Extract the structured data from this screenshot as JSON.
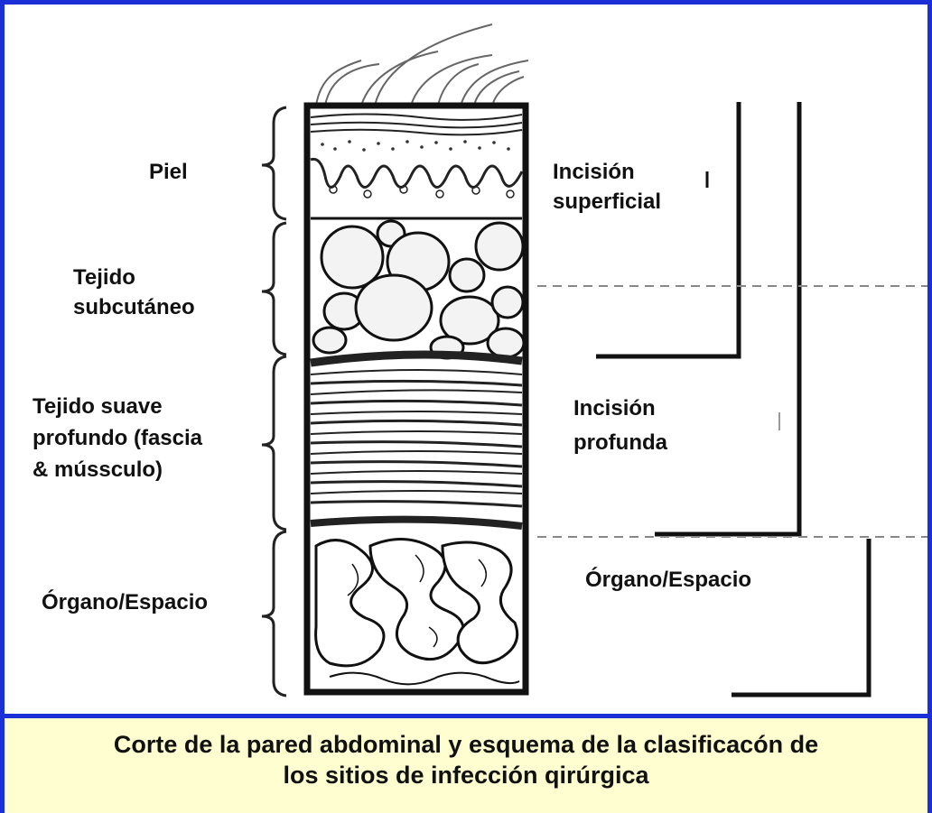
{
  "labels": {
    "piel": "Piel",
    "tejido_subcutaneo_1": "Tejido",
    "tejido_subcutaneo_2": "subcutáneo",
    "tejido_profundo_1": "Tejido suave",
    "tejido_profundo_2": "profundo (fascia",
    "tejido_profundo_3": "& mússculo)",
    "organo_espacio_left": "Órgano/Espacio",
    "incision_superficial_1": "Incisión",
    "incision_superficial_2": "superficial",
    "incision_profunda_1": "Incisión",
    "incision_profunda_2": "profunda",
    "organo_espacio_right": "Órgano/Espacio"
  },
  "caption": {
    "line1": "Corte de la pared abdominal y esquema de la clasificacón de",
    "line2": "los sitios de infección qirúrgica"
  },
  "colors": {
    "frame": "#1a2fd8",
    "caption_bg": "#fefed0",
    "ink": "#111111",
    "dashed": "#888888"
  }
}
